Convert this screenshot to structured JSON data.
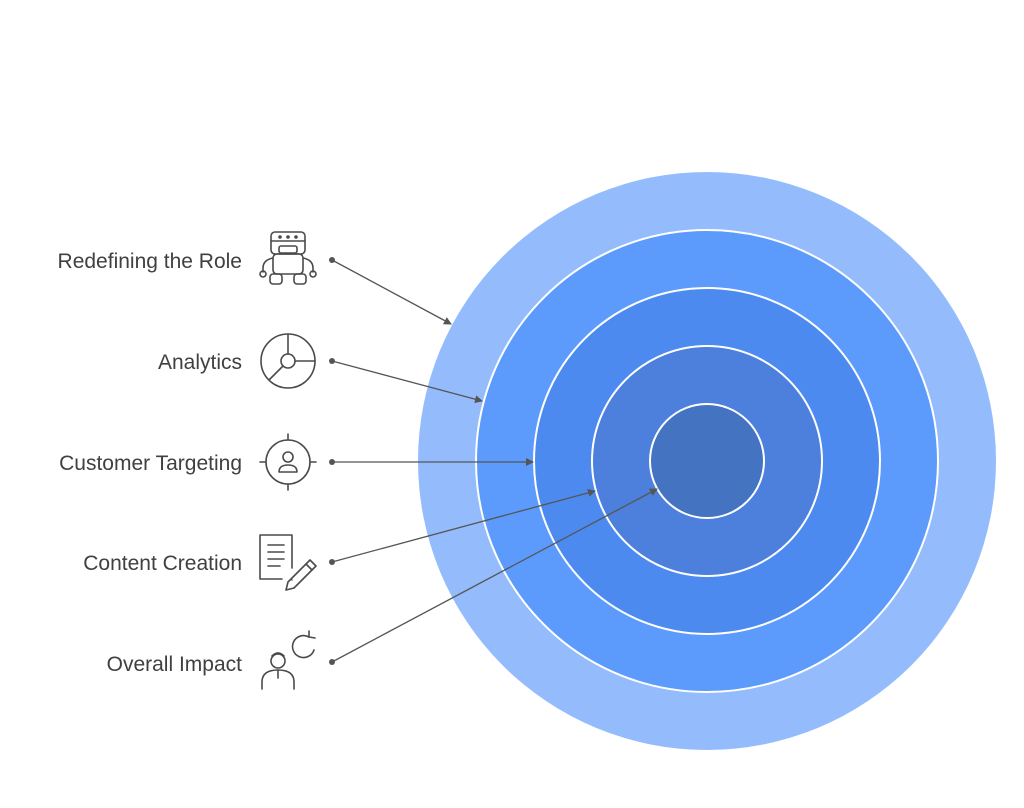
{
  "diagram": {
    "type": "concentric-target",
    "colors": {
      "ring_outer": "#94bcfd",
      "ring_2": "#5c9bfc",
      "ring_3": "#4d8af0",
      "ring_4": "#4c80dc",
      "ring_core": "#4473c2",
      "ring_border": "#ffffff",
      "text": "#404040",
      "connector": "#555555"
    },
    "items": [
      {
        "label": "Redefining the Role",
        "icon": "robot-icon"
      },
      {
        "label": "Analytics",
        "icon": "pie-chart-icon"
      },
      {
        "label": "Customer Targeting",
        "icon": "target-user-icon"
      },
      {
        "label": "Content Creation",
        "icon": "document-pencil-icon"
      },
      {
        "label": "Overall Impact",
        "icon": "person-refresh-icon"
      }
    ]
  }
}
